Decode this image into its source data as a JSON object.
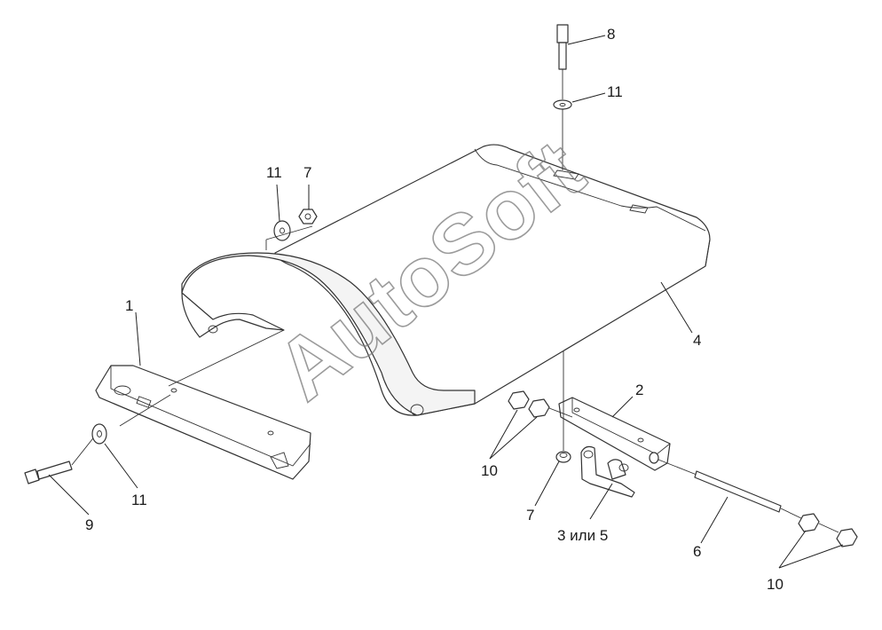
{
  "watermark": "AutoSoft",
  "callouts": {
    "c1": "1",
    "c2": "2",
    "c3": "3 или 5",
    "c4": "4",
    "c6": "6",
    "c7a": "7",
    "c7b": "7",
    "c8": "8",
    "c9": "9",
    "c10a": "10",
    "c10b": "10",
    "c11a": "11",
    "c11b": "11",
    "c11c": "11"
  },
  "colors": {
    "line": "#333333",
    "watermark": "#7a7a7a",
    "background": "#ffffff"
  }
}
